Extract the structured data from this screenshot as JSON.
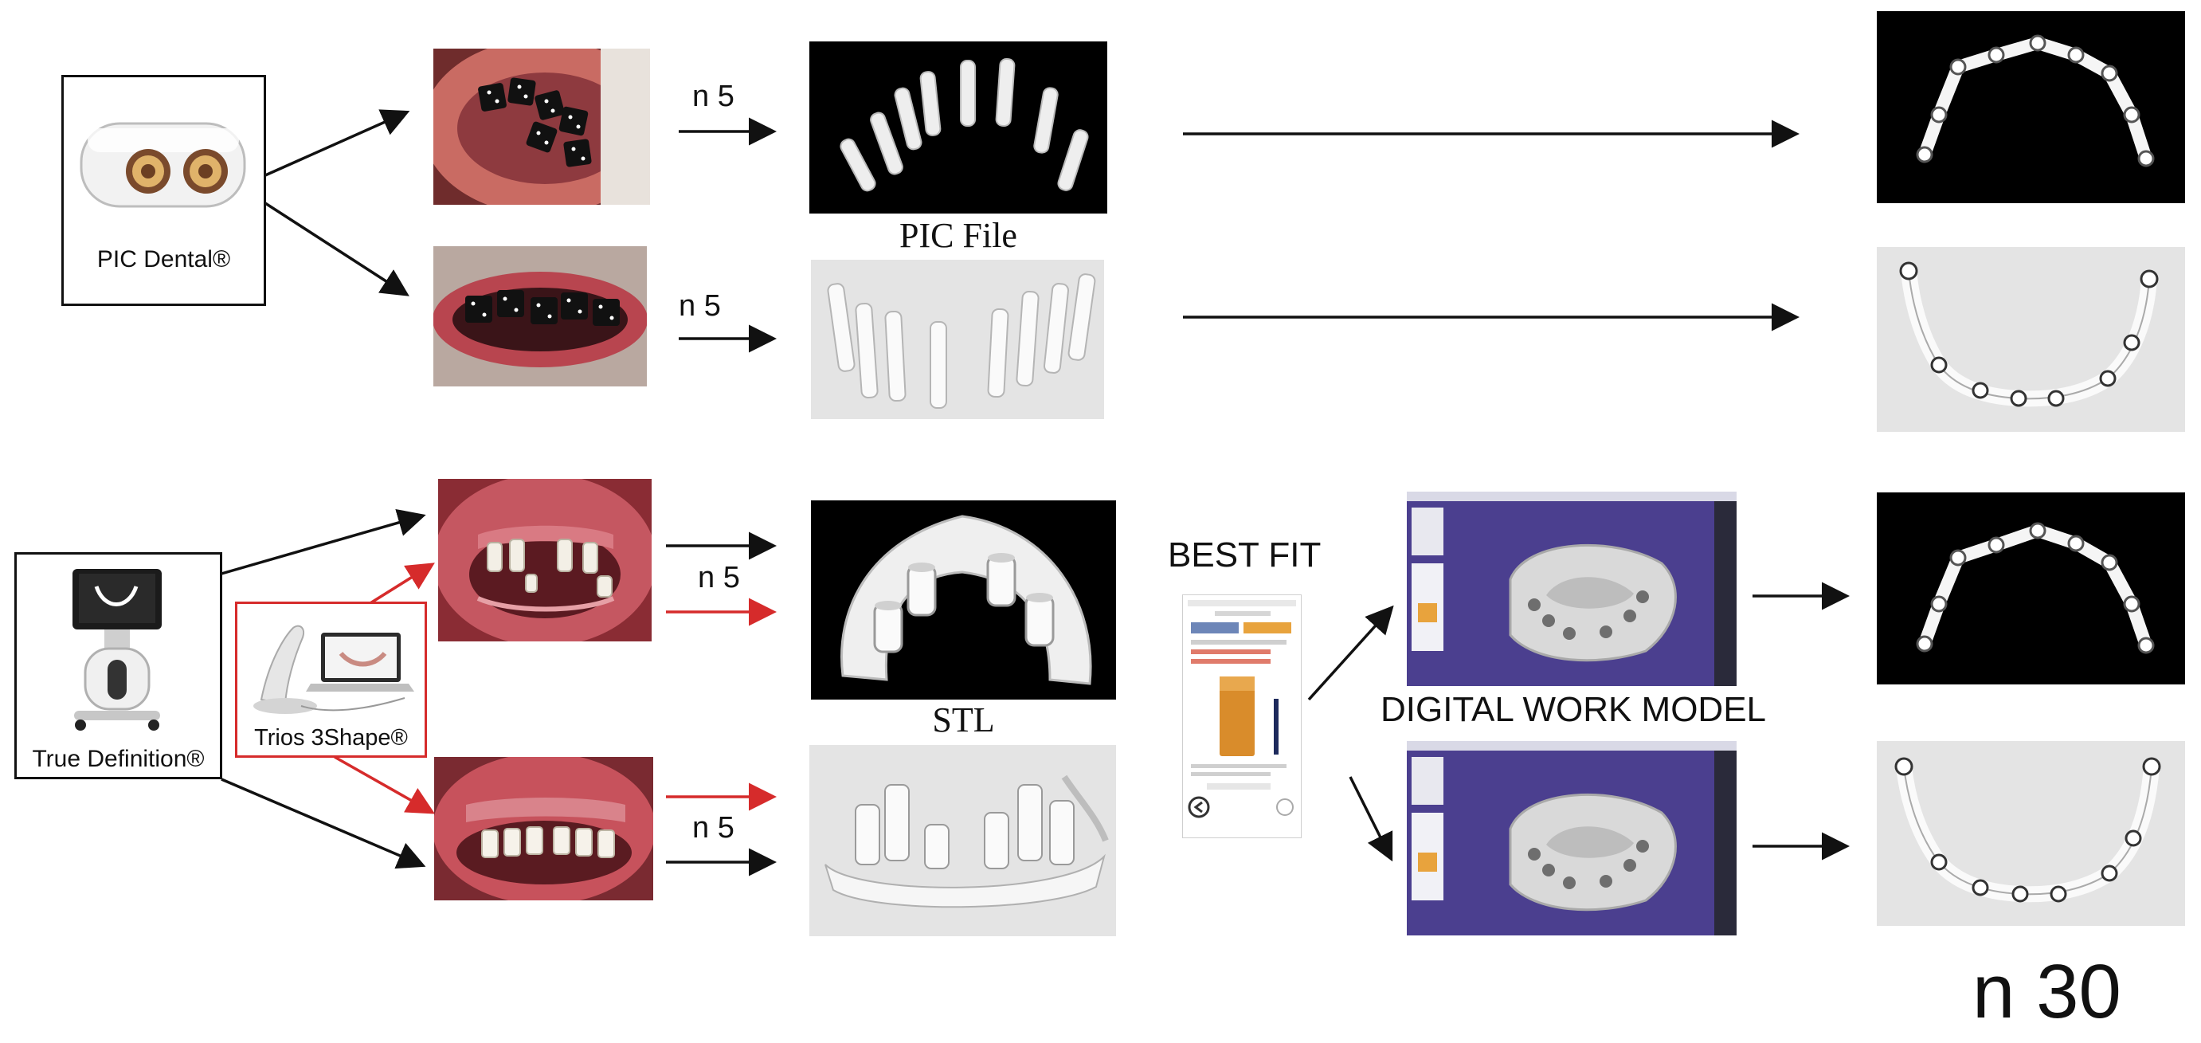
{
  "devices": {
    "pic_dental": {
      "label": "PIC Dental®"
    },
    "true_definition": {
      "label": "True Definition®"
    },
    "trios": {
      "label": "Trios 3Shape®"
    }
  },
  "labels": {
    "n5_a": "n 5",
    "n5_b": "n 5",
    "n5_c": "n 5",
    "n5_d": "n 5",
    "pic_file": "PIC File",
    "stl": "STL",
    "best_fit": "BEST FIT",
    "digital_work_model": "DIGITAL WORK MODEL",
    "n30": "n 30"
  },
  "colors": {
    "black_arrow": "#111111",
    "red_arrow": "#d62b2b",
    "scan_purple": "#4b3f8f",
    "gum_red": "#b8454f",
    "abutment_orange": "#d98c2b"
  }
}
